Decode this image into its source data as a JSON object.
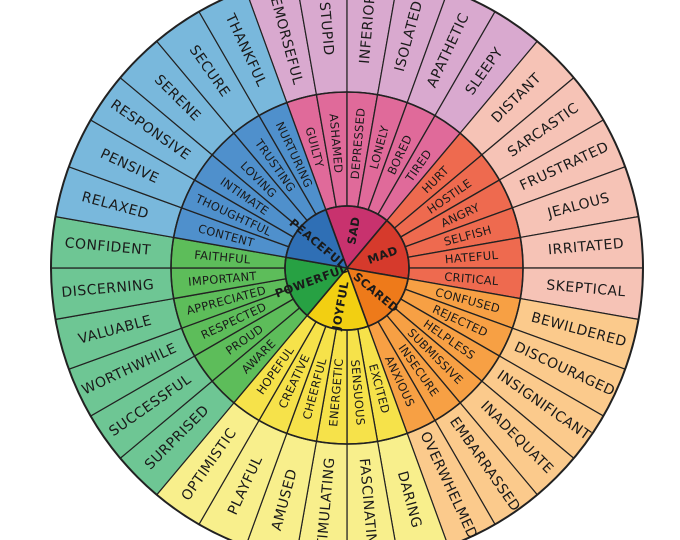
{
  "core": [
    {
      "label": "SAD",
      "color": "#c8326e",
      "mid_color": "#e06a9a",
      "outer_color": "#d9a9cf",
      "mid": [
        {
          "label": "GUILTY",
          "outer": [
            "REMORSEFUL"
          ]
        },
        {
          "label": "ASHAMED",
          "outer": [
            "STUPID"
          ]
        },
        {
          "label": "DEPRESSED",
          "outer": [
            "INFERIOR"
          ]
        },
        {
          "label": "LONELY",
          "outer": [
            "ISOLATED"
          ]
        },
        {
          "label": "BORED",
          "outer": [
            "APATHETIC"
          ]
        },
        {
          "label": "TIRED",
          "outer": [
            "SLEEPY"
          ]
        }
      ]
    },
    {
      "label": "MAD",
      "color": "#d63a2c",
      "mid_color": "#ee6a4f",
      "outer_color": "#f6c3b6",
      "mid": [
        {
          "label": "HURT",
          "outer": [
            "DISTANT"
          ]
        },
        {
          "label": "HOSTILE",
          "outer": [
            "SARCASTIC"
          ]
        },
        {
          "label": "ANGRY",
          "outer": [
            "FRUSTRATED"
          ]
        },
        {
          "label": "SELFISH",
          "outer": [
            "JEALOUS"
          ]
        },
        {
          "label": "HATEFUL",
          "outer": [
            "IRRITATED"
          ]
        },
        {
          "label": "CRITICAL",
          "outer": [
            "SKEPTICAL"
          ]
        }
      ]
    },
    {
      "label": "SCARED",
      "color": "#ee7a1a",
      "mid_color": "#f7a044",
      "outer_color": "#fbca8c",
      "mid": [
        {
          "label": "CONFUSED",
          "outer": [
            "BEWILDERED"
          ]
        },
        {
          "label": "REJECTED",
          "outer": [
            "DISCOURAGED"
          ]
        },
        {
          "label": "HELPLESS",
          "outer": [
            "INSIGNIFICANT"
          ]
        },
        {
          "label": "SUBMISSIVE",
          "outer": [
            "INADEQUATE"
          ]
        },
        {
          "label": "INSECURE",
          "outer": [
            "EMBARRASSED"
          ]
        },
        {
          "label": "ANXIOUS",
          "outer": [
            "OVERWHELMED"
          ]
        }
      ]
    },
    {
      "label": "JOYFUL",
      "color": "#f2cf12",
      "mid_color": "#f6e24a",
      "outer_color": "#f8ef8c",
      "mid": [
        {
          "label": "EXCITED",
          "outer": [
            "DARING"
          ]
        },
        {
          "label": "SENSUOUS",
          "outer": [
            "FASCINATING"
          ]
        },
        {
          "label": "ENERGETIC",
          "outer": [
            "STIMULATING"
          ]
        },
        {
          "label": "CHEERFUL",
          "outer": [
            "AMUSED"
          ]
        },
        {
          "label": "CREATIVE",
          "outer": [
            "PLAYFUL"
          ]
        },
        {
          "label": "HOPEFUL",
          "outer": [
            "OPTIMISTIC"
          ]
        }
      ]
    },
    {
      "label": "POWERFUL",
      "color": "#27a143",
      "mid_color": "#5dbd5a",
      "outer_color": "#6ec694",
      "mid": [
        {
          "label": "AWARE",
          "outer": [
            "SURPRISED"
          ]
        },
        {
          "label": "PROUD",
          "outer": [
            "SUCCESSFUL"
          ]
        },
        {
          "label": "RESPECTED",
          "outer": [
            "WORTHWHILE"
          ]
        },
        {
          "label": "APPRECIATED",
          "outer": [
            "VALUABLE"
          ]
        },
        {
          "label": "IMPORTANT",
          "outer": [
            "DISCERNING"
          ]
        },
        {
          "label": "FAITHFUL",
          "outer": [
            "CONFIDENT"
          ]
        }
      ]
    },
    {
      "label": "PEACEFUL",
      "color": "#2f6fb5",
      "mid_color": "#4f90cc",
      "outer_color": "#79b8dc",
      "mid": [
        {
          "label": "CONTENT",
          "outer": [
            "RELAXED"
          ]
        },
        {
          "label": "THOUGHTFUL",
          "outer": [
            "PENSIVE"
          ]
        },
        {
          "label": "INTIMATE",
          "outer": [
            "RESPONSIVE"
          ]
        },
        {
          "label": "LOVING",
          "outer": [
            "SERENE"
          ]
        },
        {
          "label": "TRUSTING",
          "outer": [
            "SECURE"
          ]
        },
        {
          "label": "NURTURING",
          "outer": [
            "THANKFUL"
          ]
        }
      ]
    }
  ],
  "stroke_color": "#222222"
}
